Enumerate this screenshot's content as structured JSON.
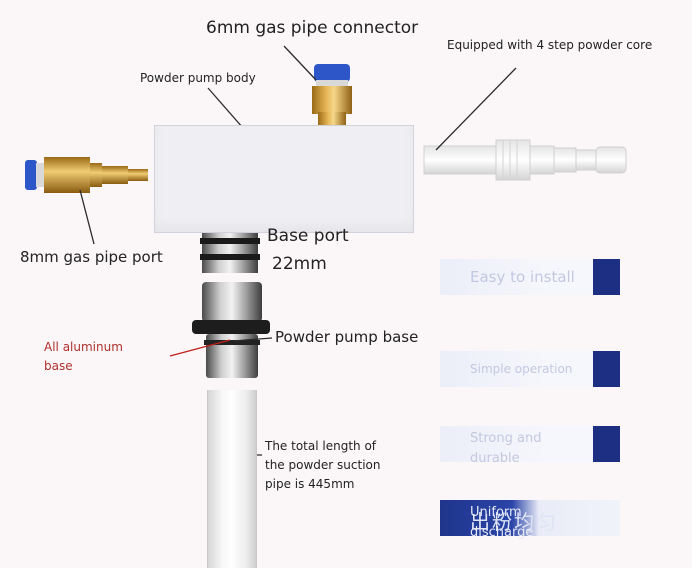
{
  "labels": {
    "gas_connector_6mm": "6mm gas pipe connector",
    "powder_core": "Equipped with 4 step powder core",
    "pump_body": "Powder pump body",
    "gas_port_8mm": "8mm gas pipe port",
    "base_port_line1": "Base port",
    "base_port_line2": "22mm",
    "pump_base": "Powder pump base",
    "aluminum_base": "All aluminum base",
    "suction_pipe": "The total length of the powder suction pipe is 445mm"
  },
  "features": [
    {
      "text": "Easy to install"
    },
    {
      "text": "Simple operation"
    },
    {
      "text": "Strong and durable"
    },
    {
      "text": "Uniform discharge",
      "mark": "出粉均匀"
    }
  ],
  "colors": {
    "text": "#222222",
    "accent_red": "#b0302c",
    "badge_blue": "#1d2f82",
    "connector_brass": "#c9952e",
    "connector_blue": "#2d57c8"
  }
}
